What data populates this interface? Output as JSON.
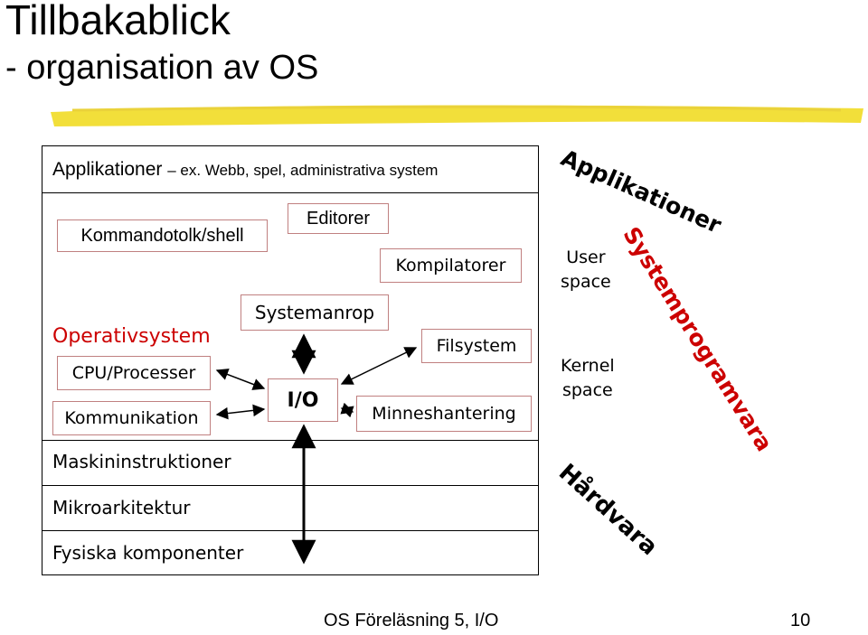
{
  "slide": {
    "title": "Tillbakablick",
    "subtitle": "- organisation av OS"
  },
  "layers": {
    "applikationer": "Applikationer",
    "applikationer_example": "– ex. Webb, spel, administrativa system",
    "kommandotolk": "Kommandotolk/shell",
    "editorer": "Editorer",
    "kompilatorer": "Kompilatorer",
    "systemanrop": "Systemanrop",
    "operativsystem": "Operativsystem",
    "cpu": "CPU/Processer",
    "kommunikation": "Kommunikation",
    "io": "I/O",
    "filsystem": "Filsystem",
    "minneshantering": "Minneshantering",
    "maskininstruktioner": "Maskininstruktioner",
    "mikroarkitektur": "Mikroarkitektur",
    "fysiska": "Fysiska komponenter"
  },
  "side_labels": {
    "applikationer": "Applikationer",
    "user_space_1": "User",
    "user_space_2": "space",
    "kernel_space_1": "Kernel",
    "kernel_space_2": "space",
    "systemprogramvara": "Systemprogramvara",
    "hardvara": "Hårdvara"
  },
  "footer": {
    "course": "OS Föreläsning 5, I/O",
    "page": "10"
  },
  "colors": {
    "box_border": "#c08080",
    "operativsystem": "#cc0000",
    "systemprogramvara": "#cc0000",
    "highlight": "#f2df3a"
  }
}
